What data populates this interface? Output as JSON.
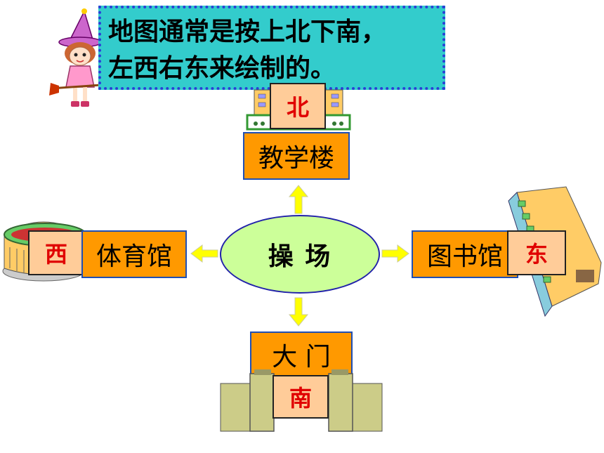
{
  "callout": {
    "line1": "地图通常是按上北下南，",
    "line2": "左西右东来绘制的。"
  },
  "center": {
    "label": "操  场"
  },
  "north": {
    "building": "教学楼",
    "direction": "北"
  },
  "south": {
    "building": "大 门",
    "direction": "南"
  },
  "west": {
    "building": "体育馆",
    "direction": "西"
  },
  "east": {
    "building": "图书馆",
    "direction": "东"
  },
  "colors": {
    "callout_bg": "#33cccc",
    "callout_border": "#2b3fd6",
    "building_box": "#ff9900",
    "direction_box": "#ffcc99",
    "direction_text": "#e00000",
    "ellipse_fill": "#ccff99",
    "arrow": "#ffff00"
  },
  "icons": [
    "witch-icon",
    "school-building-icon",
    "gym-building-icon",
    "library-building-icon",
    "gate-icon",
    "arrow-up-icon",
    "arrow-down-icon",
    "arrow-left-icon",
    "arrow-right-icon"
  ]
}
